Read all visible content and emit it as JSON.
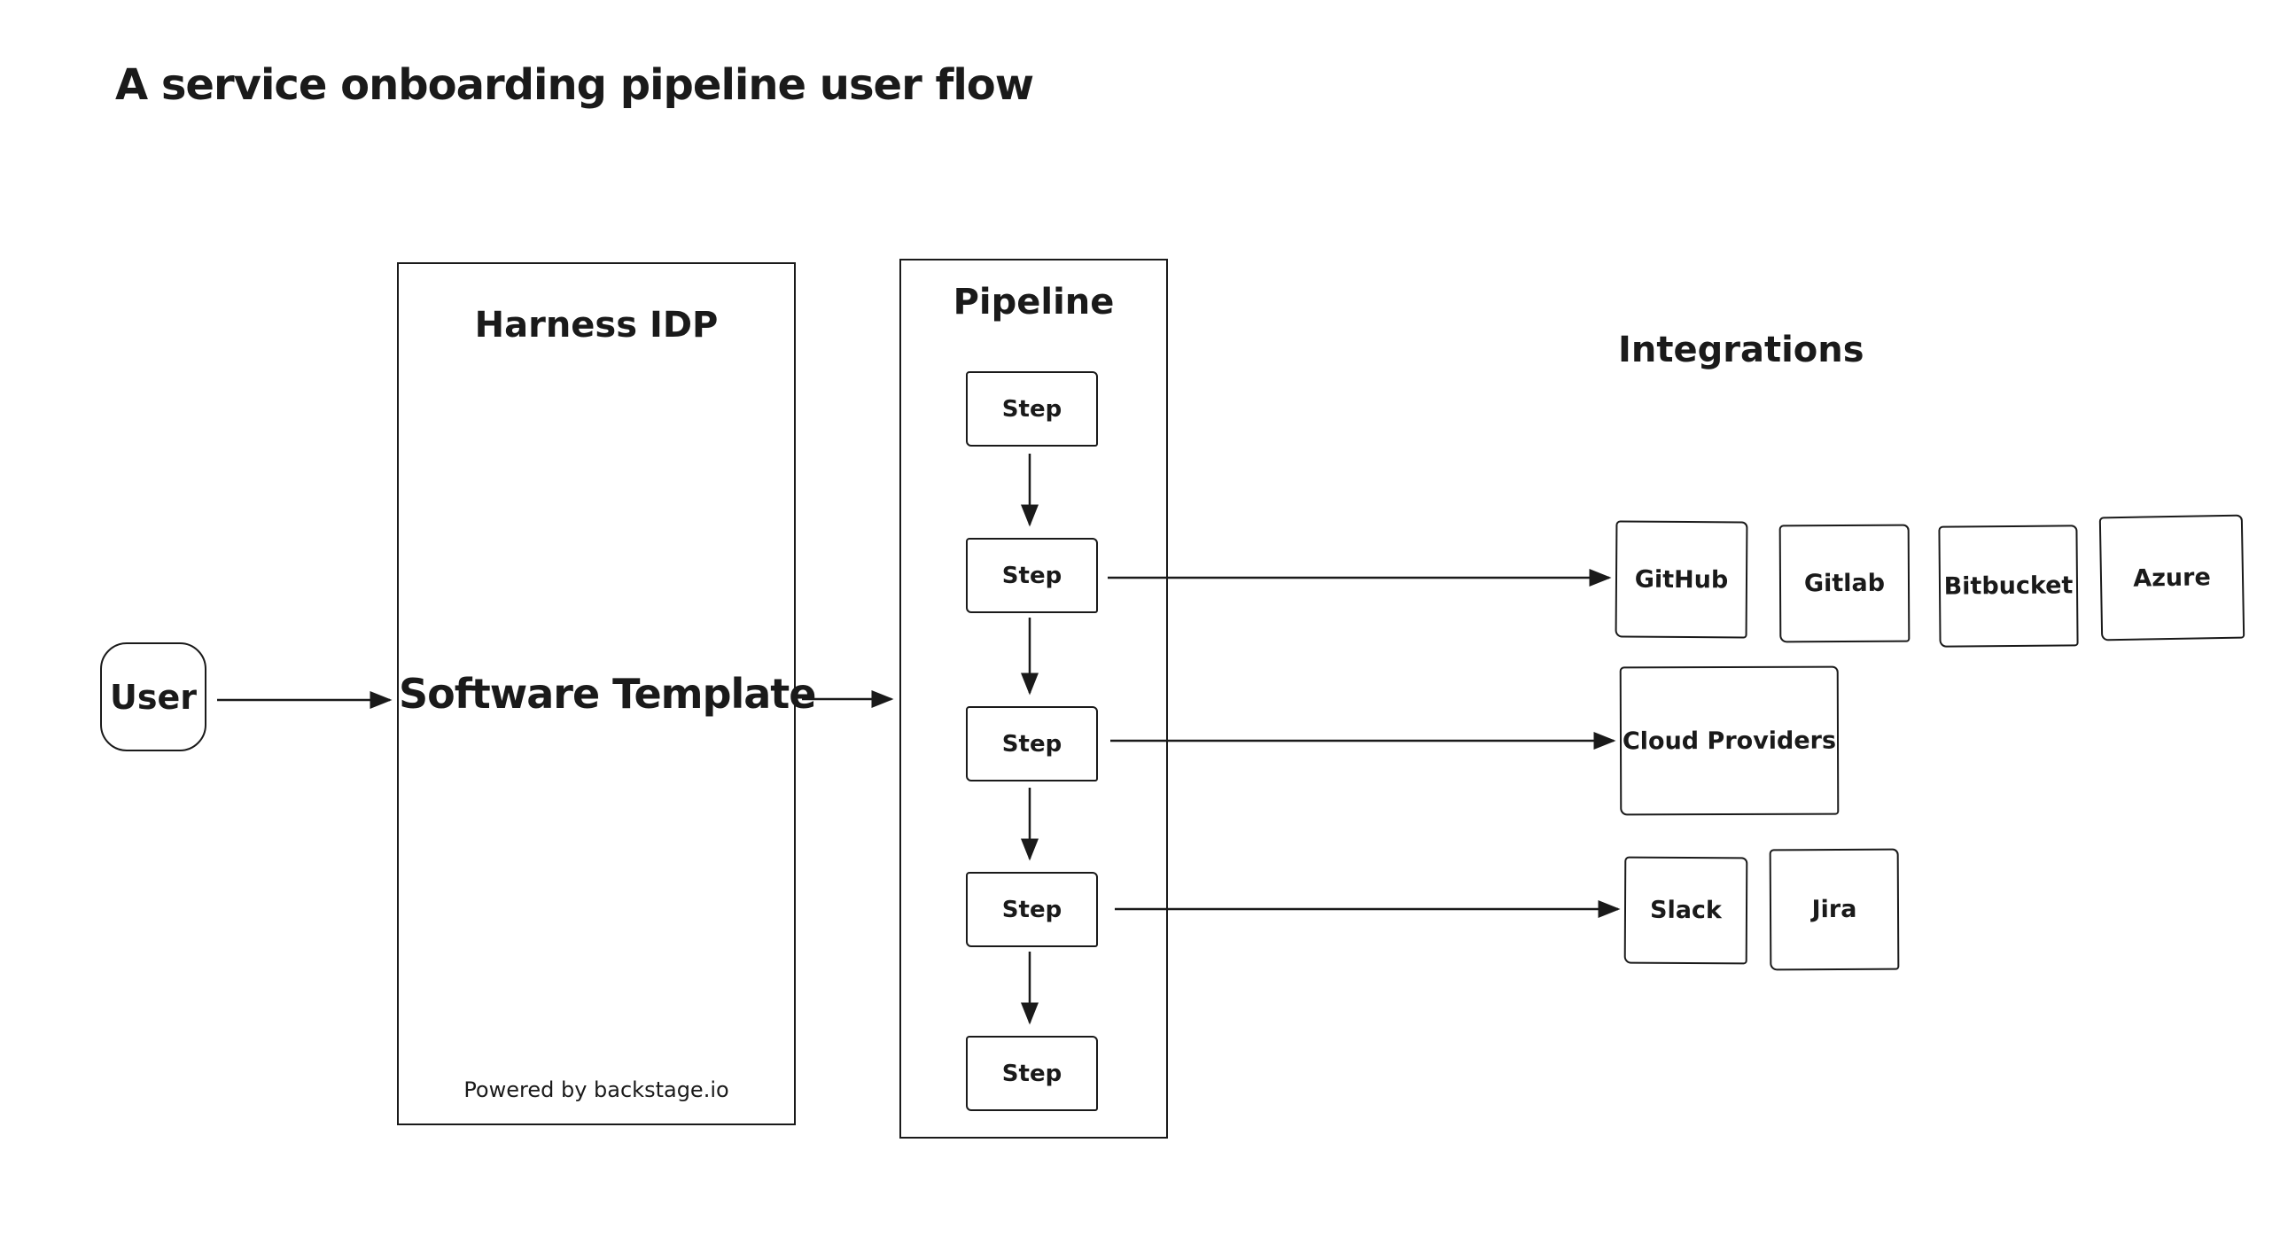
{
  "title": "A service onboarding pipeline user flow",
  "user": {
    "label": "User"
  },
  "harness": {
    "title": "Harness IDP",
    "body": "Software Template",
    "footer": "Powered by backstage.io"
  },
  "pipeline": {
    "title": "Pipeline",
    "steps": [
      "Step",
      "Step",
      "Step",
      "Step",
      "Step"
    ]
  },
  "integrations": {
    "title": "Integrations",
    "vcs": [
      "GitHub",
      "Gitlab",
      "Bitbucket",
      "Azure"
    ],
    "cloud": "Cloud Providers",
    "tools": [
      "Slack",
      "Jira"
    ]
  },
  "colors": {
    "stroke": "#1a1a1a",
    "background": "#ffffff"
  }
}
